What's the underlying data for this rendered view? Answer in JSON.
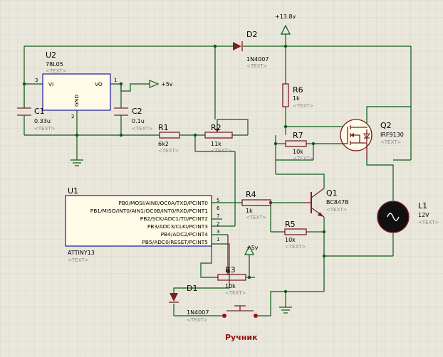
{
  "components": {
    "u2": {
      "ref": "U2",
      "value": "78L05",
      "placeholder": "<TEXT>",
      "pin_vi": "VI",
      "pin_vo": "VO",
      "pin_gnd": "GND",
      "pin1": "1",
      "pin2": "2",
      "pin3": "3"
    },
    "c1": {
      "ref": "C1",
      "value": "0.33u",
      "placeholder": "<TEXT>"
    },
    "c2": {
      "ref": "C2",
      "value": "0.1u",
      "placeholder": "<TEXT>"
    },
    "r1": {
      "ref": "R1",
      "value": "6k2",
      "placeholder": "<TEXT>"
    },
    "r2": {
      "ref": "R2",
      "value": "11k",
      "placeholder": "<TEXT>"
    },
    "r3": {
      "ref": "R3",
      "value": "10k",
      "placeholder": "<TEXT>"
    },
    "r4": {
      "ref": "R4",
      "value": "1k",
      "placeholder": "<TEXT>"
    },
    "r5": {
      "ref": "R5",
      "value": "10k",
      "placeholder": "<TEXT>"
    },
    "r6": {
      "ref": "R6",
      "value": "1k",
      "placeholder": "<TEXT>"
    },
    "r7": {
      "ref": "R7",
      "value": "10k",
      "placeholder": "<TEXT>"
    },
    "d1": {
      "ref": "D1",
      "value": "1N4007",
      "placeholder": "<TEXT>"
    },
    "d2": {
      "ref": "D2",
      "value": "1N4007",
      "placeholder": "<TEXT>"
    },
    "q1": {
      "ref": "Q1",
      "value": "BC847B",
      "placeholder": "<TEXT>"
    },
    "q2": {
      "ref": "Q2",
      "value": "IRF9130",
      "placeholder": "<TEXT>"
    },
    "l1": {
      "ref": "L1",
      "value": "12V",
      "placeholder": "<TEXT>"
    },
    "u1": {
      "ref": "U1",
      "value": "ATTINY13",
      "placeholder": "<TEXT>",
      "pins": [
        {
          "name": "PB0/MOSI/AIN0/OC0A/TXD/PCINT0",
          "num": "5"
        },
        {
          "name": "PB1/MISO/INT0/AIN1/OC0B/INT0/RXD/PCINT1",
          "num": "6"
        },
        {
          "name": "PB2/SCK/ADC1/T0/PCINT2",
          "num": "7"
        },
        {
          "name": "PB3/ADC3/CLKI/PCINT3",
          "num": "2"
        },
        {
          "name": "PB4/ADC2/PCINT4",
          "num": "3"
        },
        {
          "name": "PB5/ADC0/RESET/PCINT5",
          "num": "1"
        }
      ]
    }
  },
  "power": {
    "v13_8": "+13.8v",
    "v5_top": "+5v",
    "v5_mid": "+5v"
  },
  "switch_label": "Ручник",
  "colors": {
    "wire": "#0b5a13",
    "body": "#1a1aa0",
    "component": "#7a1f2a",
    "label_red": "#a01010",
    "grid": "#cfcdc2",
    "background": "#e9e7dc"
  }
}
